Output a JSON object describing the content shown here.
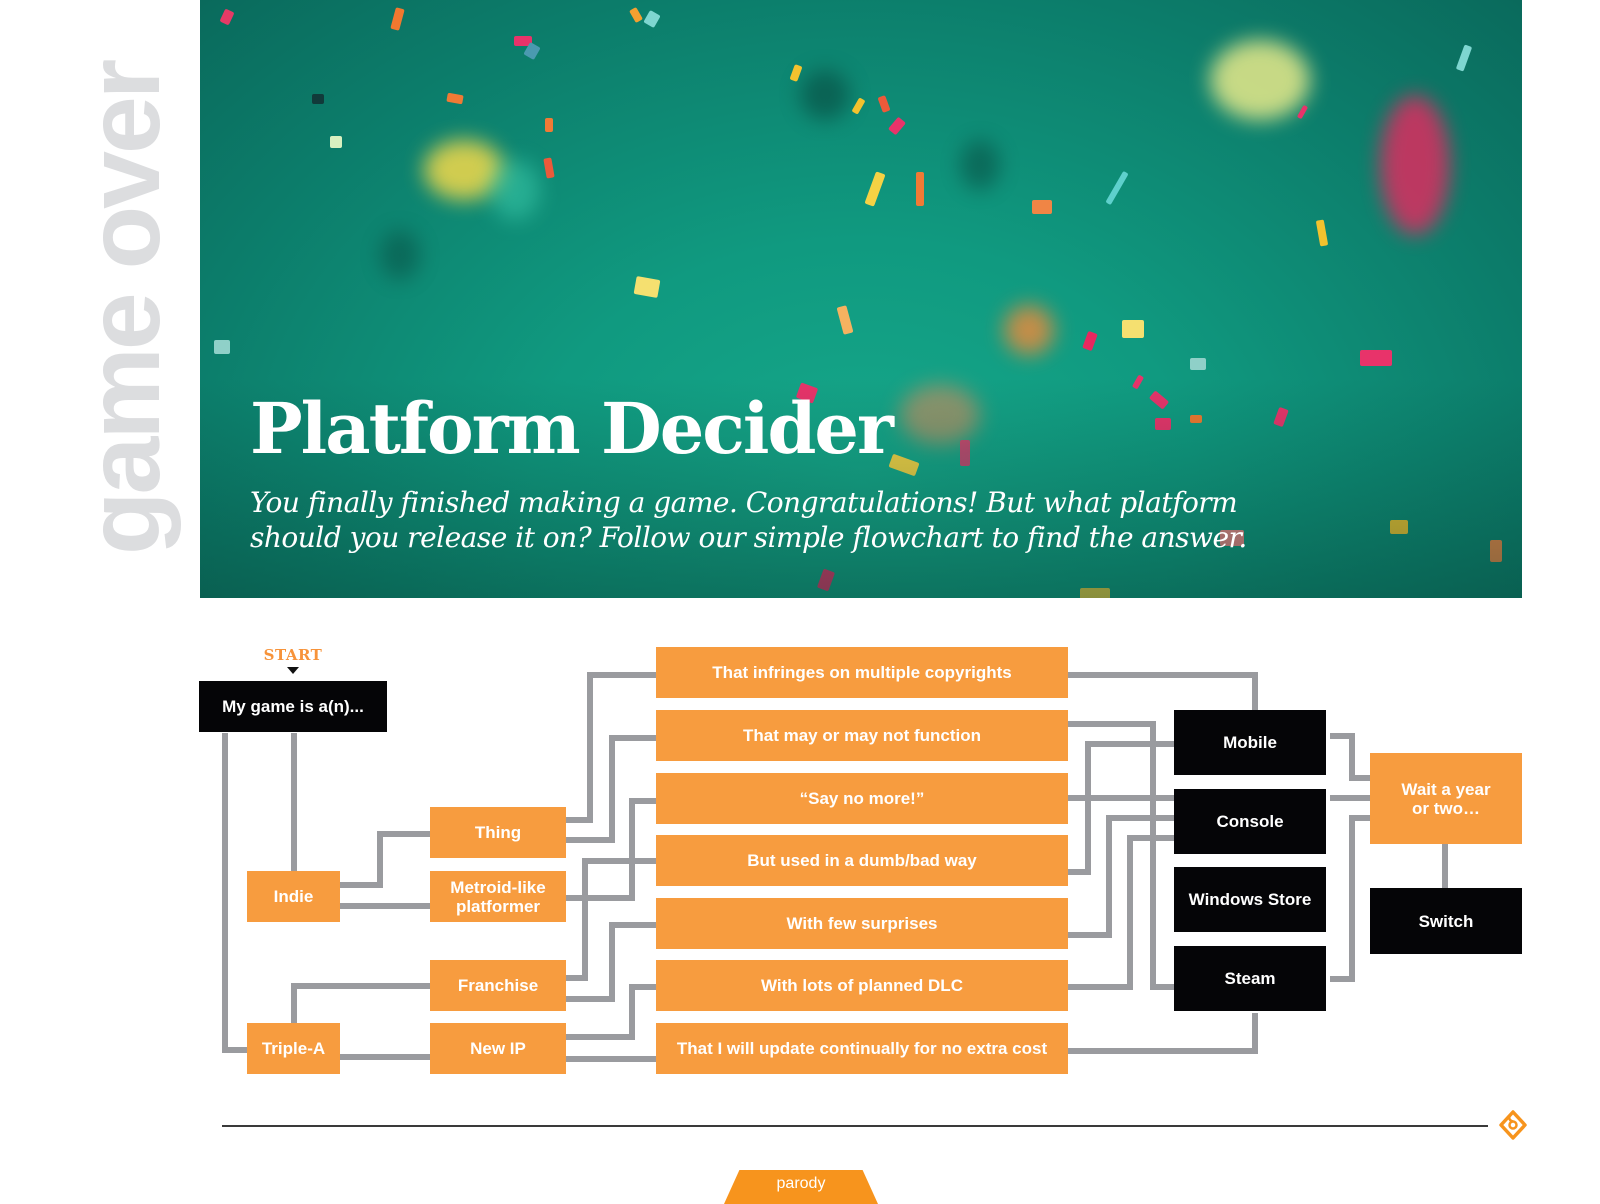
{
  "section_label": "game over",
  "hero": {
    "title": "Platform Decider",
    "subtitle": "You finally finished making a game. Congratulations! But what platform should you release it on? Follow our simple flowchart to find the answer.",
    "background_color": "#109a80"
  },
  "flowchart": {
    "start_label": "START",
    "nodes": {
      "start": "My game is a(n)...",
      "indie": "Indie",
      "triple_a": "Triple-A",
      "thing": "Thing",
      "metroid": "Metroid-like platformer",
      "franchise": "Franchise",
      "new_ip": "New IP",
      "q1": "That infringes on multiple copyrights",
      "q2": "That may or may not function",
      "q3": "“Say no more!”",
      "q4": "But used in a dumb/bad way",
      "q5": "With few surprises",
      "q6": "With lots of planned DLC",
      "q7": "That I will update continually for no extra cost",
      "mobile": "Mobile",
      "console": "Console",
      "windows_store": "Windows Store",
      "steam": "Steam",
      "wait": "Wait a year or two…",
      "switch": "Switch"
    },
    "colors": {
      "orange": "#f79c3f",
      "black": "#050507",
      "connector": "#9a9b9f",
      "start_label": "#f7933a"
    }
  },
  "footer": {
    "tag_label": "parody",
    "logo_icon": "publisher-logo-icon"
  }
}
